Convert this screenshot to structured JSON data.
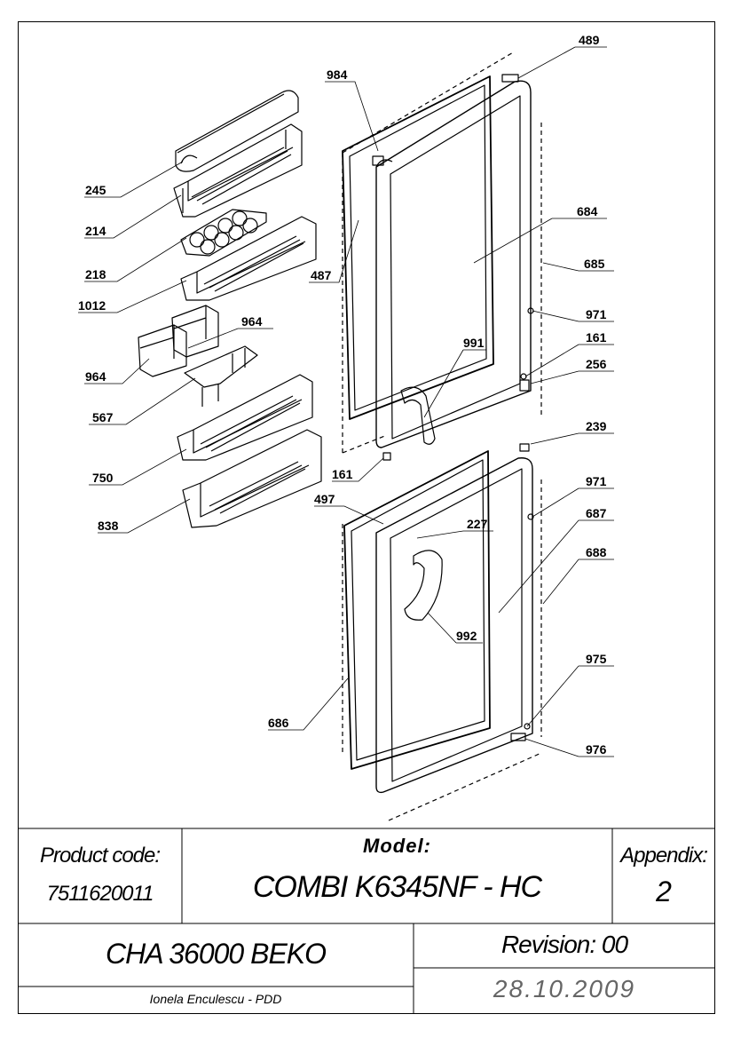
{
  "callouts": [
    "245",
    "214",
    "218",
    "1012",
    "964",
    "964",
    "567",
    "750",
    "838",
    "984",
    "487",
    "489",
    "684",
    "685",
    "971",
    "991",
    "161",
    "256",
    "161",
    "239",
    "497",
    "227",
    "971",
    "687",
    "688",
    "992",
    "975",
    "686",
    "976"
  ],
  "title_block": {
    "product_code_label": "Product code:",
    "product_code": "7511620011",
    "model_label": "Model:",
    "model": "COMBI K6345NF - HC",
    "appendix_label": "Appendix:",
    "appendix": "2",
    "chassis": "CHA 36000 BEKO",
    "revision": "Revision: 00",
    "author": "Ionela Enculescu - PDD",
    "date": "28.10.2009"
  }
}
